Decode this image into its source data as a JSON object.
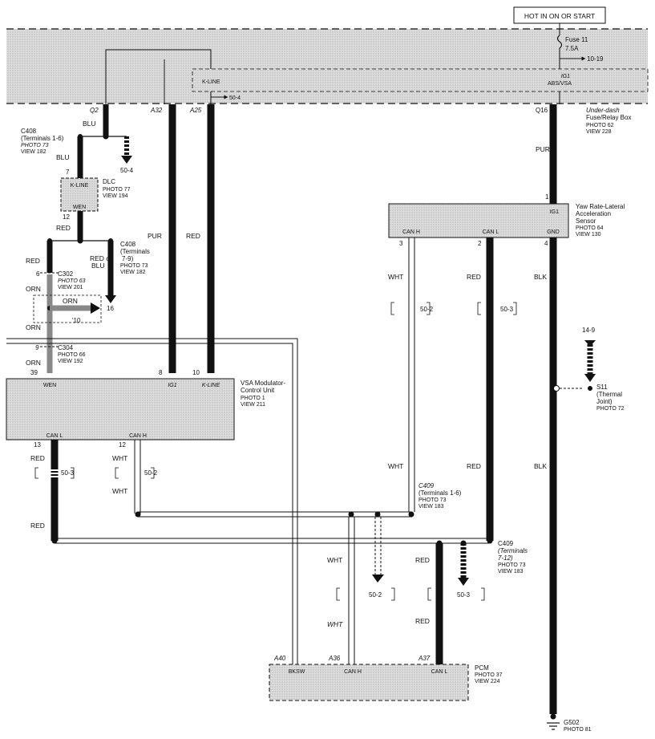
{
  "header": {
    "hot_label": "HOT IN ON OR START"
  },
  "fuse_box": {
    "fuse_label": "Fuse 11",
    "fuse_rating": "7.5A",
    "ref_10_19": "10-19",
    "kline_label": "K-LINE",
    "ig1_label": "IG1",
    "abs_vsa_label": "ABS/VSA",
    "ref_50_4": "50-4",
    "name": "Under-dash",
    "name2": "Fuse/Relay Box",
    "photo": "PHOTO 62",
    "view": "VIEW 228",
    "pin_q2": "Q2",
    "pin_a32": "A32",
    "pin_a25": "A25",
    "pin_q16": "Q16"
  },
  "c408a": {
    "name": "C408",
    "terminals": "(Terminals 1-6)",
    "photo": "PHOTO 73",
    "view": "VIEW 182",
    "ref": "50-4"
  },
  "dlc": {
    "kline": "K-LINE",
    "wen": "WEN",
    "name": "DLC",
    "photo": "PHOTO 77",
    "view": "VIEW 194",
    "pin_top": "7",
    "pin_bottom": "12"
  },
  "c408b": {
    "name": "C408",
    "terminals1": "(Terminals",
    "terminals2": "7-9)",
    "photo": "PHOTO 73",
    "view": "VIEW 182",
    "wire1": "RED or",
    "wire2": "BLU"
  },
  "c302": {
    "name": "C302",
    "photo": "PHOTO 63",
    "view": "VIEW 201",
    "pin": "6",
    "orn_mid": "ORN",
    "ref16": "16",
    "ref10": "'10"
  },
  "c304": {
    "name": "C304",
    "photo": "PHOTO 66",
    "view": "VIEW 192",
    "pin9": "9",
    "pin39": "39"
  },
  "vsa": {
    "name1": "VSA Modulator-",
    "name2": "Control Unit",
    "photo": "PHOTO 1",
    "view": "VIEW 211",
    "wen": "WEN",
    "ig1": "IG1",
    "kline": "K-LINE",
    "canl": "CAN L",
    "canh": "CAN H",
    "pin8": "8",
    "pin10": "10",
    "pin13": "13",
    "pin12": "12"
  },
  "yaw": {
    "name1": "Yaw Rate-Lateral",
    "name2": "Acceleration",
    "name3": "Sensor",
    "photo": "PHOTO 64",
    "view": "VIEW 130",
    "ig1": "IG1",
    "canh": "CAN H",
    "canl": "CAN L",
    "gnd": "GND",
    "pin1": "1",
    "pin2": "2",
    "pin3": "3",
    "pin4": "4"
  },
  "s11": {
    "name": "S11",
    "sub1": "(Thermal",
    "sub2": "Joint)",
    "photo": "PHOTO 72",
    "ref": "14-9"
  },
  "c409a": {
    "name": "C409",
    "terminals": "(Terminals 1-6)",
    "photo": "PHOTO 73",
    "view": "VIEW 183"
  },
  "c409b": {
    "name": "C409",
    "terminals1": "(Terminals",
    "terminals2": "7-12)",
    "photo": "PHOTO 73",
    "view": "VIEW 183"
  },
  "pcm": {
    "name": "PCM",
    "photo": "PHOTO 37",
    "view": "VIEW 224",
    "bksw": "BKSW",
    "canh": "CAN H",
    "canl": "CAN L",
    "pin_a40": "A40",
    "pin_a36": "A36",
    "pin_a37": "A37"
  },
  "ground": {
    "name": "G502",
    "photo": "PHOTO 81"
  },
  "refs": {
    "r50_2": "50-2",
    "r50_3": "50-3"
  },
  "wires": {
    "blu": "BLU",
    "red": "RED",
    "orn": "ORN",
    "pur": "PUR",
    "wht": "WHT",
    "blk": "BLK"
  }
}
